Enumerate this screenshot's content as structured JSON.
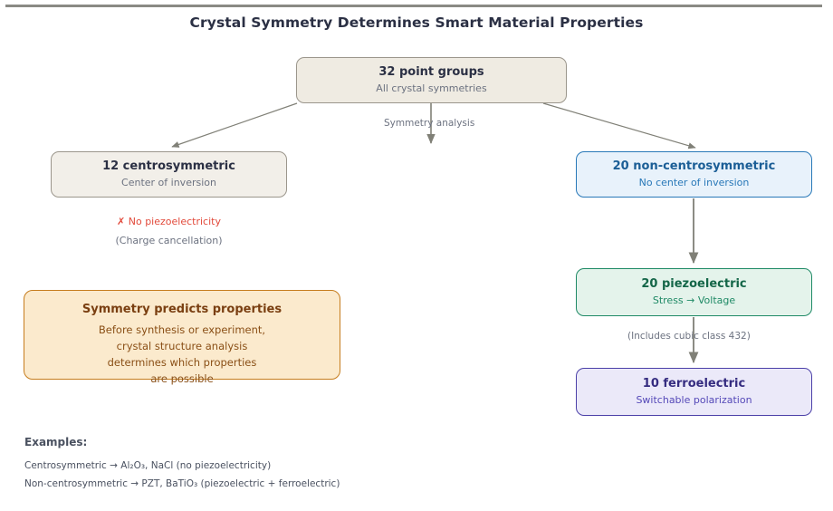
{
  "page": {
    "title": "Crystal Symmetry Determines Smart Material Properties",
    "background": "#ffffff",
    "top_rule_color": "#8a8a84"
  },
  "nodes": {
    "point_groups": {
      "title": "32 point groups",
      "subtitle": "All crystal symmetries",
      "fill": "#efebe2",
      "border": "#9b968c"
    },
    "centrosymmetric": {
      "title": "12 centrosymmetric",
      "subtitle": "Center of inversion",
      "fill": "#f2efe9",
      "border": "#9b968c"
    },
    "non_centrosymmetric": {
      "title": "20 non-centrosymmetric",
      "subtitle": "No center of inversion",
      "fill": "#e8f2fb",
      "border": "#2878b8"
    },
    "piezoelectric": {
      "title": "20 piezoelectric",
      "subtitle": "Stress → Voltage",
      "fill": "#e4f3eb",
      "border": "#1f8a66"
    },
    "ferroelectric": {
      "title": "10 ferroelectric",
      "subtitle": "Switchable polarization",
      "fill": "#ebe9f9",
      "border": "#4b40a8"
    }
  },
  "notes": {
    "no_piezo": "✗ No piezoelectricity",
    "no_piezo_color": "#e24a3b",
    "charge_cancellation": "(Charge cancellation)"
  },
  "callout": {
    "title": "Symmetry predicts properties",
    "lines": [
      "Before synthesis or experiment,",
      "crystal structure analysis",
      "determines which properties",
      "are possible"
    ],
    "fill": "#fbeacd",
    "border": "#c67d1e"
  },
  "edge_labels": {
    "symmetry_analysis": "Symmetry analysis",
    "cubic_class": "(Includes cubic class 432)"
  },
  "examples": {
    "heading": "Examples:",
    "lines": [
      "Centrosymmetric → Al₂O₃, NaCl (no piezoelectricity)",
      "Non-centrosymmetric → PZT, BaTiO₃ (piezoelectric + ferroelectric)"
    ]
  }
}
